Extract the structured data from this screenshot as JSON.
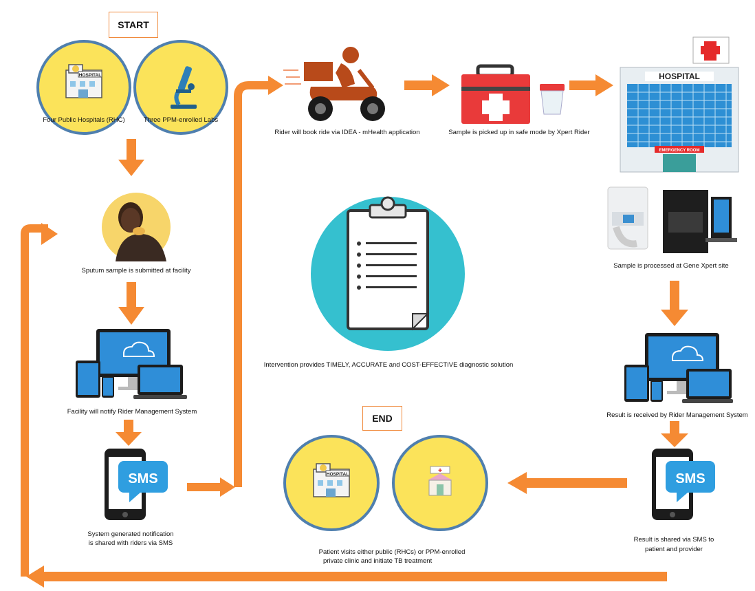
{
  "labels": {
    "start": "START",
    "end": "END",
    "four_hospitals": "Four Public Hospitals (RHC)",
    "three_labs": "Three PPM-enrolled Labs",
    "sputum": "Sputum sample is submitted at facility",
    "facility_notify": "Facility will notify Rider Management System",
    "system_sms_1": "System generated notification",
    "system_sms_2": "is shared with riders via SMS",
    "rider_book": "Rider will book ride via IDEA -  mHealth application",
    "sample_pickup": "Sample is picked up in safe mode by Xpert Rider",
    "processed": "Sample is processed at Gene Xpert site",
    "result_received": "Result is received by Rider Management System",
    "result_shared_1": "Result is shared via SMS to",
    "result_shared_2": "patient and provider",
    "patient_visit_1": "Patient visits either public (RHCs) or PPM-enrolled",
    "patient_visit_2": "private clinic and initiate TB treatment",
    "intervention": "Intervention provides TIMELY, ACCURATE and COST-EFFECTIVE diagnostic solution",
    "hospital_sign": "HOSPITAL",
    "hospital_sign_small": "HOSPITAL",
    "emergency": "EMERGENCY ROOM",
    "sms": "SMS"
  },
  "colors": {
    "arrow": "#f58a33",
    "circle_fill": "#fbe35a",
    "circle_border": "#4f7fae",
    "device_blue": "#2f8ed8",
    "teal": "#35c0cf"
  }
}
